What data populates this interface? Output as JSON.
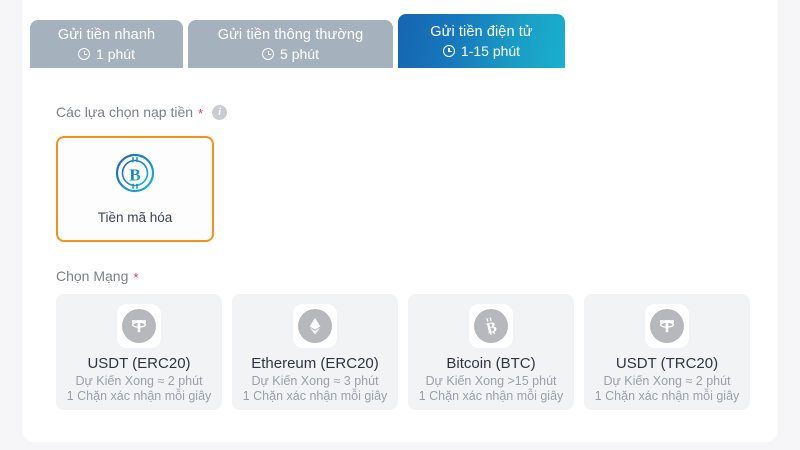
{
  "theme": {
    "page_bg": "#f6f6f8",
    "panel_bg": "#ffffff",
    "tab_inactive_bg": "#a5b1bd",
    "tab_active_gradient_from": "#1565b0",
    "tab_active_gradient_to": "#19b0cf",
    "selected_card_border": "#f2921d",
    "required_star": "#e8395c",
    "network_card_bg": "#f2f3f5",
    "coin_icon_gray": "#b6b8bc"
  },
  "tabs": [
    {
      "title": "Gửi tiền nhanh",
      "duration": "1 phút",
      "icon": "clock-icon",
      "active": false
    },
    {
      "title": "Gửi tiền thông thường",
      "duration": "5 phút",
      "icon": "clock-icon",
      "active": false
    },
    {
      "title": "Gửi tiền điện tử",
      "duration": "1-15 phút",
      "icon": "clock-icon",
      "active": true
    }
  ],
  "deposit_options": {
    "label": "Các lựa chọn nạp tiền",
    "required_marker": "*",
    "info_icon": "info-icon",
    "info_glyph": "i",
    "items": [
      {
        "label": "Tiền mã hóa",
        "icon": "bitcoin-icon",
        "selected": true
      }
    ]
  },
  "network_section": {
    "label": "Chọn Mạng",
    "required_marker": "*",
    "networks": [
      {
        "name": "USDT (ERC20)",
        "eta": "Dự Kiến Xong ≈ 2 phút",
        "confirm": "1 Chặn xác nhận mỗi giây",
        "icon": "tether-icon",
        "selected": false
      },
      {
        "name": "Ethereum (ERC20)",
        "eta": "Dự Kiến Xong ≈ 3 phút",
        "confirm": "1 Chặn xác nhận mỗi giây",
        "icon": "ethereum-icon",
        "selected": false
      },
      {
        "name": "Bitcoin (BTC)",
        "eta": "Dự Kiến Xong >15 phút",
        "confirm": "1 Chặn xác nhận mỗi giây",
        "icon": "bitcoin-gray-icon",
        "selected": false
      },
      {
        "name": "USDT (TRC20)",
        "eta": "Dự Kiến Xong ≈ 2 phút",
        "confirm": "1 Chặn xác nhận mỗi giây",
        "icon": "tether-icon",
        "selected": false
      }
    ]
  }
}
